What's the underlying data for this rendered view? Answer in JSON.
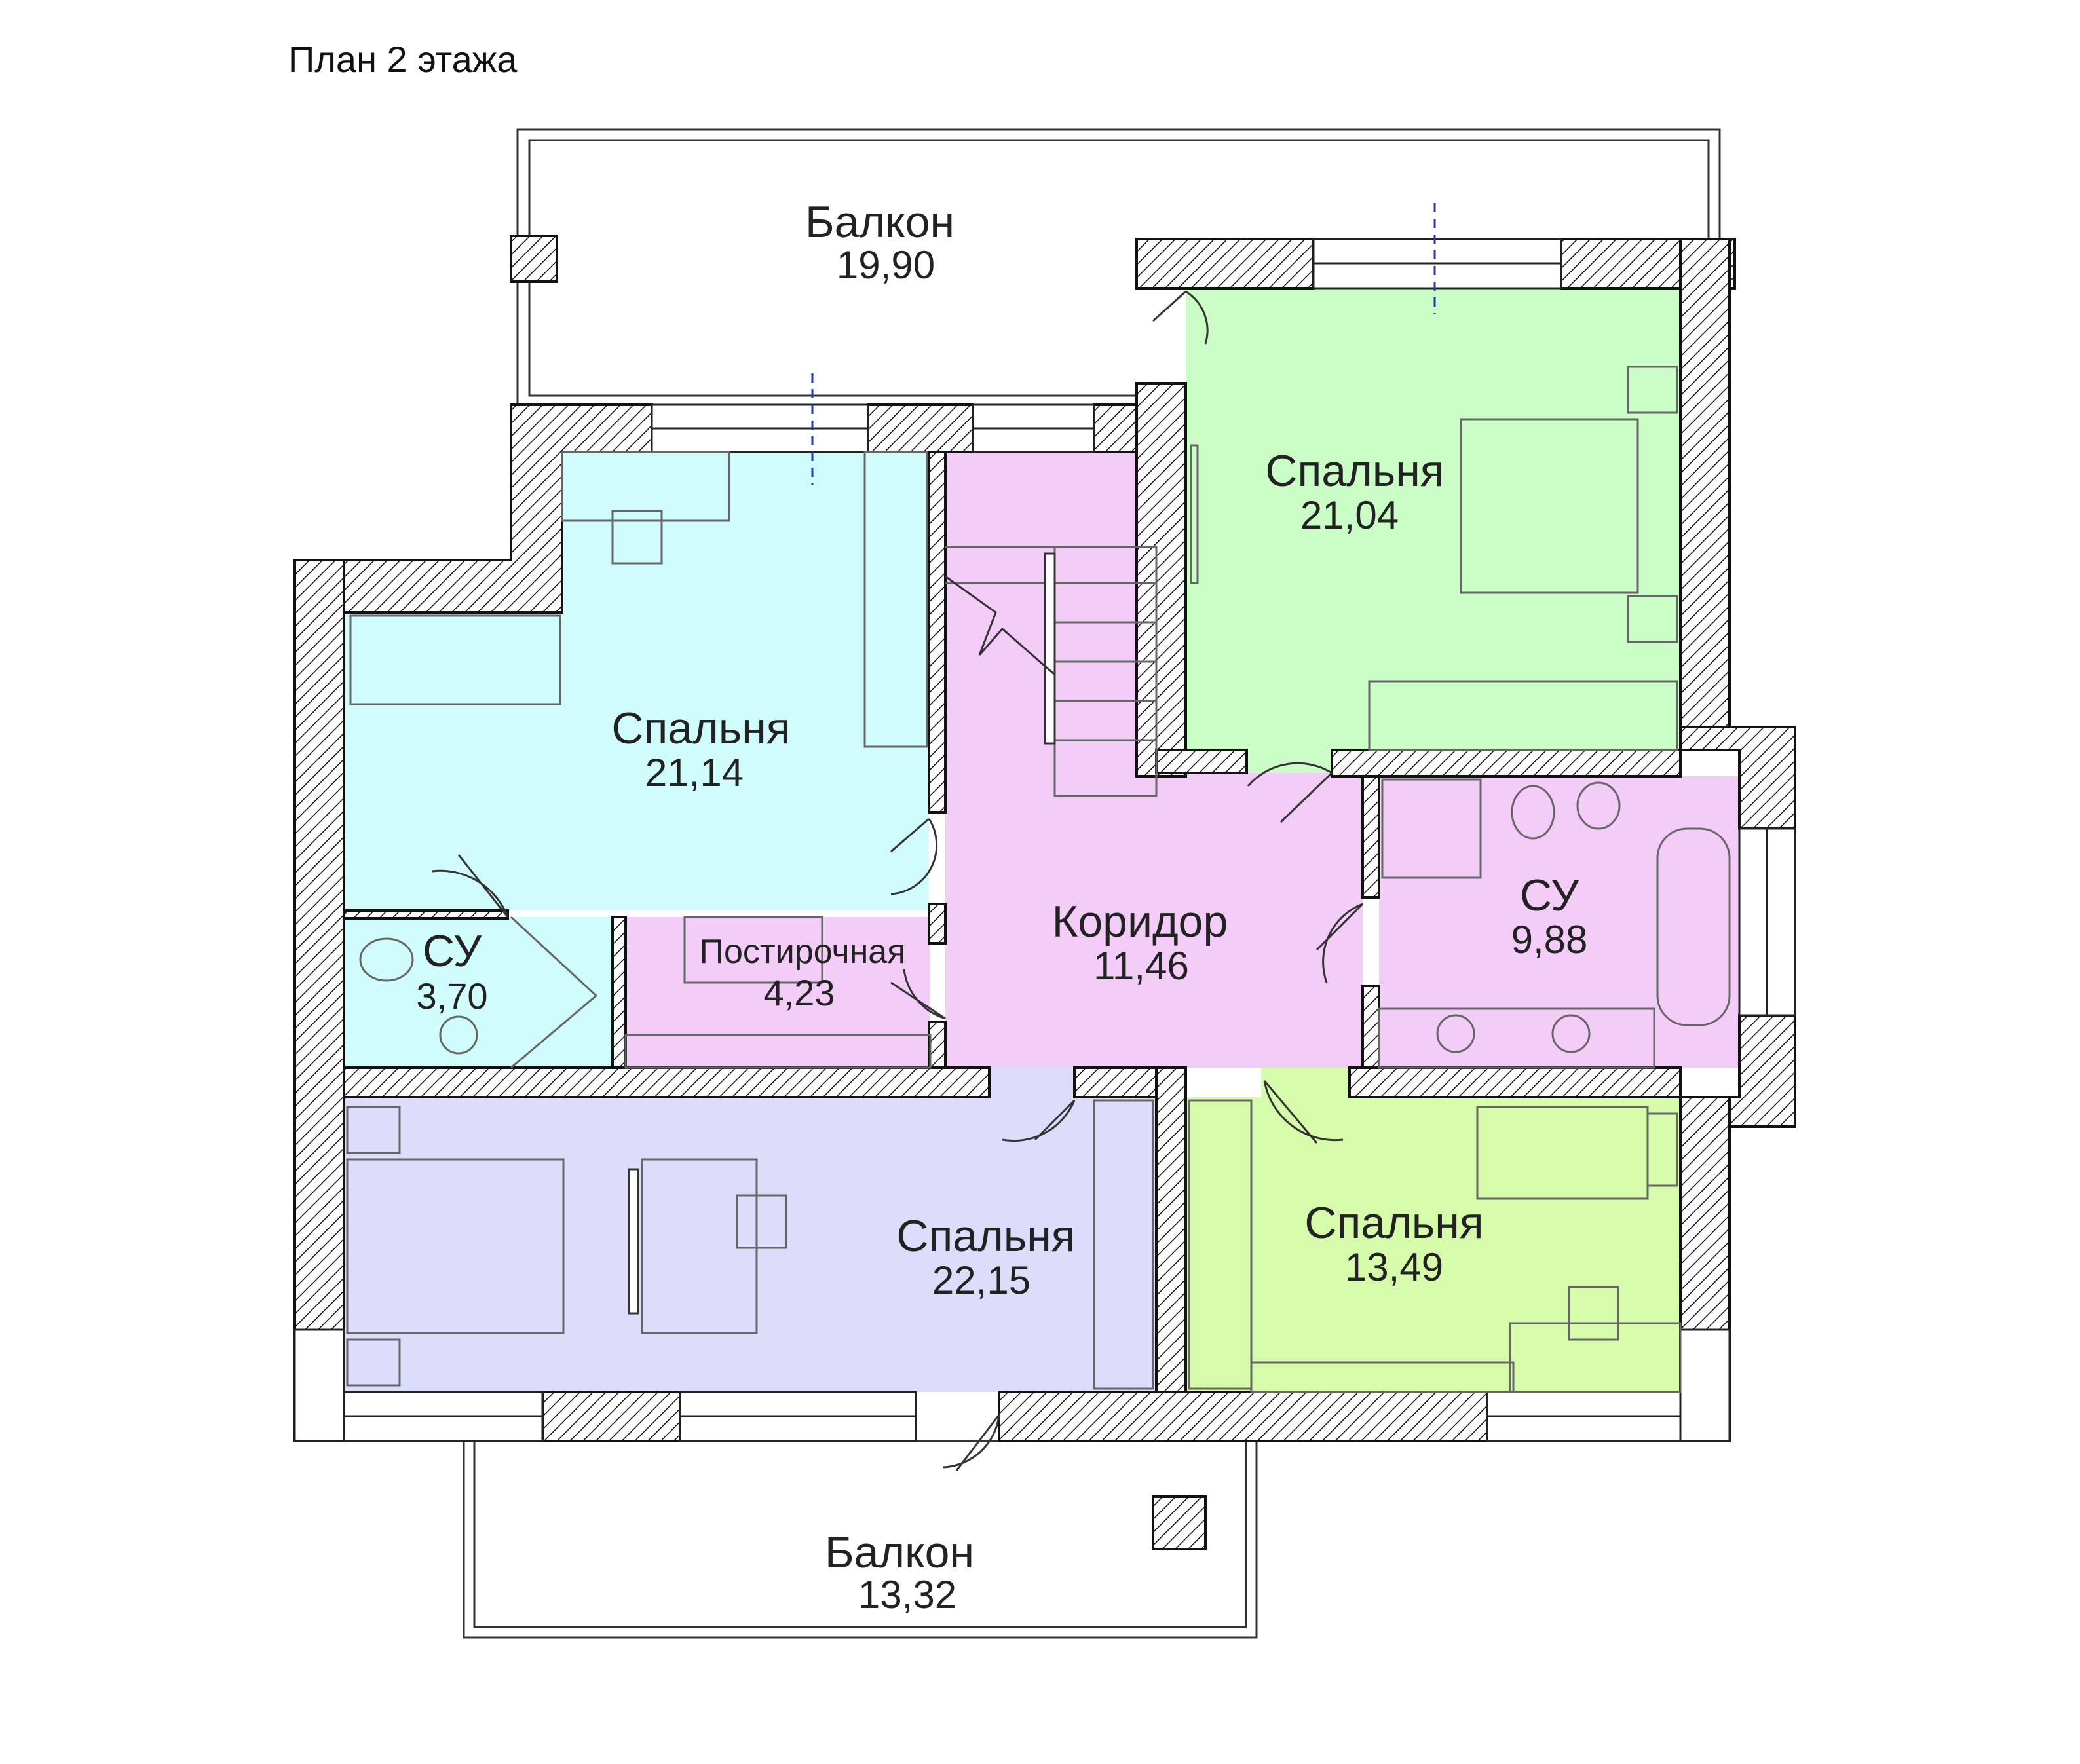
{
  "title": "План 2 этажа",
  "colors": {
    "bedroom_cyan": "#d0fcfb",
    "bedroom_green": "#cbfdc7",
    "bedroom_blue": "#dcdcfb",
    "bedroom_lime": "#d6fbaa",
    "corridor_pink": "#f3cdf7",
    "wall_hatch": "#111111"
  },
  "rooms": {
    "balcony_top": {
      "name": "Балкон",
      "area": "19,90"
    },
    "bedroom_nw": {
      "name": "Спальня",
      "area": "21,14"
    },
    "bedroom_ne": {
      "name": "Спальня",
      "area": "21,04"
    },
    "corridor": {
      "name": "Коридор",
      "area": "11,46"
    },
    "bath_small": {
      "name": "СУ",
      "area": "3,70"
    },
    "laundry": {
      "name": "Постирочная",
      "area": "4,23"
    },
    "bath_large": {
      "name": "СУ",
      "area": "9,88"
    },
    "bedroom_sw": {
      "name": "Спальня",
      "area": "22,15"
    },
    "bedroom_se": {
      "name": "Спальня",
      "area": "13,49"
    },
    "balcony_bottom": {
      "name": "Балкон",
      "area": "13,32"
    }
  }
}
